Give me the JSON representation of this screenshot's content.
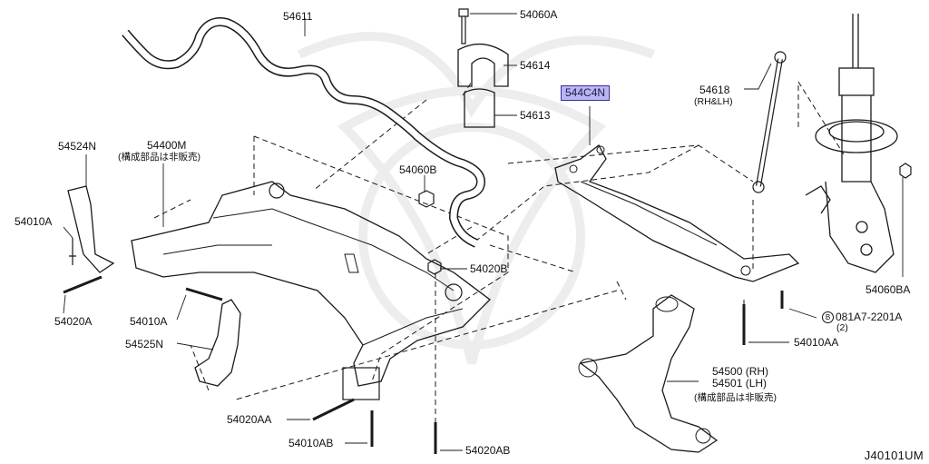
{
  "diagram_code": "J40101UM",
  "labels": {
    "p54611": "54611",
    "p54060A": "54060A",
    "p54614": "54614",
    "p54613": "54613",
    "p544C4N": "544C4N",
    "p54618": "54618",
    "p54618_sub": "(RH&LH)",
    "p54524N": "54524N",
    "p54400M": "54400M",
    "p54400M_sub": "(構成部品は非販売)",
    "p54060B": "54060B",
    "p54010A_left": "54010A",
    "p54020B": "54020B",
    "p54020A": "54020A",
    "p54010A_mid": "54010A",
    "p54525N": "54525N",
    "p54060BA": "54060BA",
    "p081A7": "081A7-2201A",
    "p081A7_circle": "B",
    "p081A7_qty": "(2)",
    "p54010AA": "54010AA",
    "p54500": "54500 (RH)",
    "p54501": "54501 (LH)",
    "p54500_sub": "(構成部品は非販売)",
    "p54020AA": "54020AA",
    "p54010AB": "54010AB",
    "p54020AB": "54020AB"
  },
  "colors": {
    "line": "#1a1a1a",
    "highlight_fill": "#b9b5f4",
    "highlight_border": "#3a2f9a",
    "watermark": "#ececec"
  }
}
